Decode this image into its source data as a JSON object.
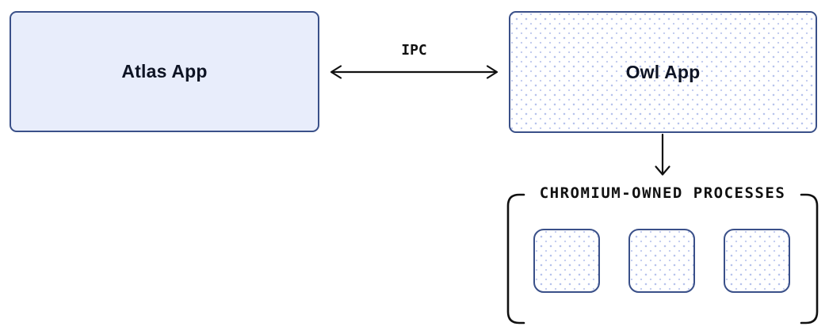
{
  "diagram": {
    "nodes": {
      "atlas": {
        "label": "Atlas App",
        "style": "solid-fill"
      },
      "owl": {
        "label": "Owl App",
        "style": "dotted-fill"
      }
    },
    "edges": {
      "ipc": {
        "label": "IPC",
        "type": "bidirectional-arrow"
      },
      "owl_to_processes": {
        "type": "down-arrow"
      }
    },
    "process_group": {
      "title": "CHROMIUM-OWNED PROCESSES",
      "process_box_count": 3
    },
    "colors": {
      "background": "#ffffff",
      "node_border": "#3a5089",
      "atlas_fill": "#e8edfb",
      "pattern_dot": "#b7c3ec",
      "label_text": "#0e1424",
      "line": "#111111"
    }
  }
}
